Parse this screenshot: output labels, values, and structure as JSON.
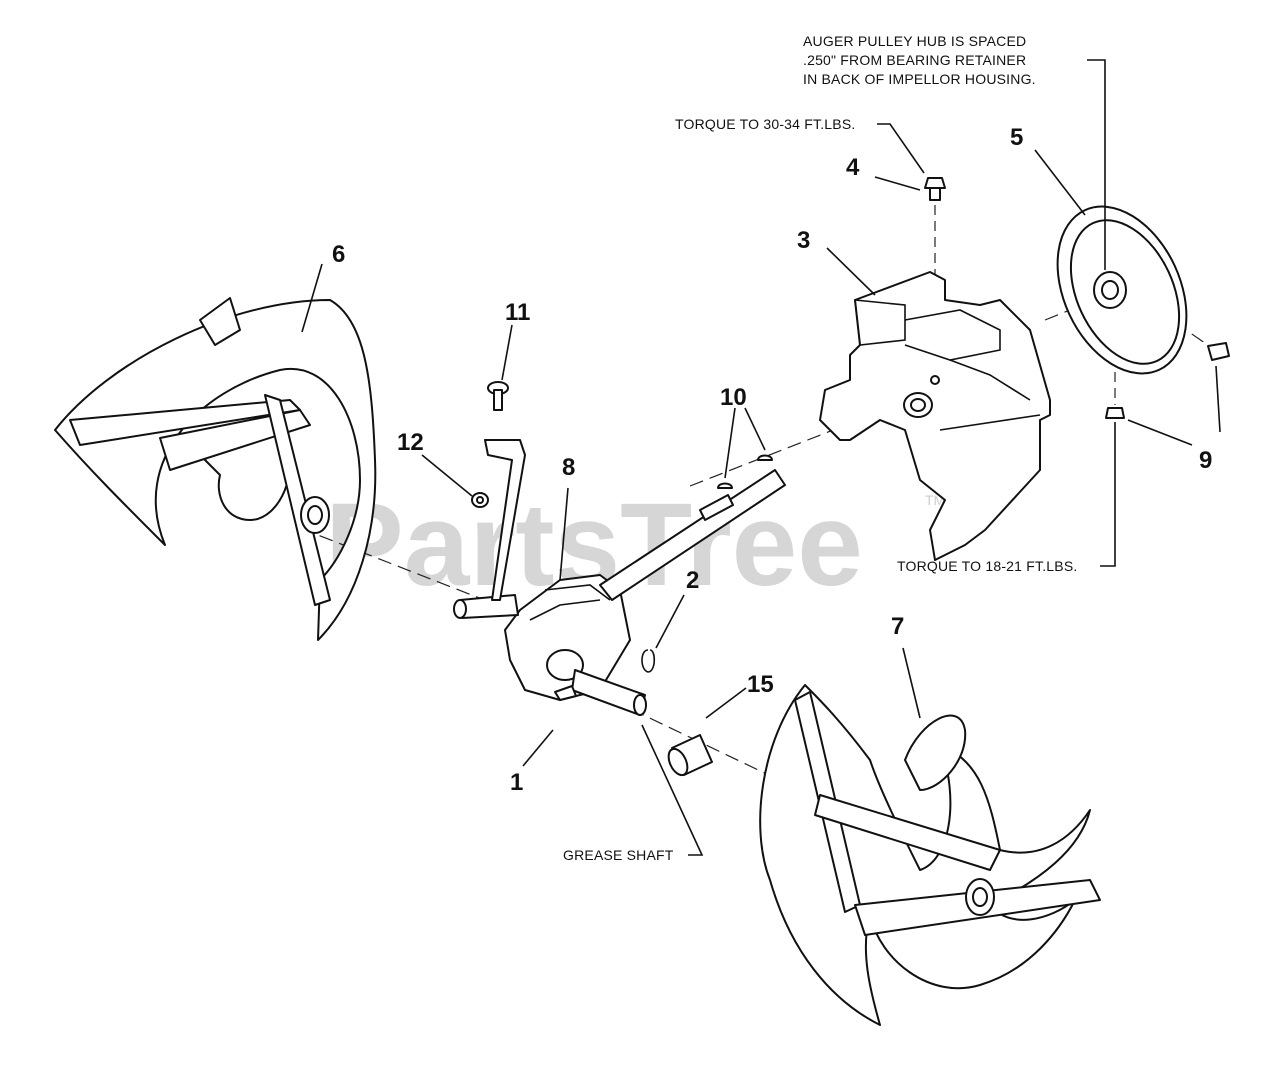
{
  "watermark": {
    "text": "PartsTree",
    "trademark": "TM"
  },
  "callouts": [
    {
      "id": "1",
      "label": "1"
    },
    {
      "id": "2",
      "label": "2"
    },
    {
      "id": "3",
      "label": "3"
    },
    {
      "id": "4",
      "label": "4"
    },
    {
      "id": "5",
      "label": "5"
    },
    {
      "id": "6",
      "label": "6"
    },
    {
      "id": "7",
      "label": "7"
    },
    {
      "id": "8",
      "label": "8"
    },
    {
      "id": "9",
      "label": "9"
    },
    {
      "id": "10",
      "label": "10"
    },
    {
      "id": "11",
      "label": "11"
    },
    {
      "id": "12",
      "label": "12"
    },
    {
      "id": "15",
      "label": "15"
    }
  ],
  "notes": {
    "auger_pulley": [
      "AUGER PULLEY HUB IS SPACED",
      ".250\" FROM BEARING RETAINER",
      "IN BACK OF IMPELLOR HOUSING."
    ],
    "torque_30_34": "TORQUE TO 30-34 FT.LBS.",
    "torque_18_21": "TORQUE TO 18-21 FT.LBS.",
    "grease_shaft": "GREASE SHAFT"
  }
}
